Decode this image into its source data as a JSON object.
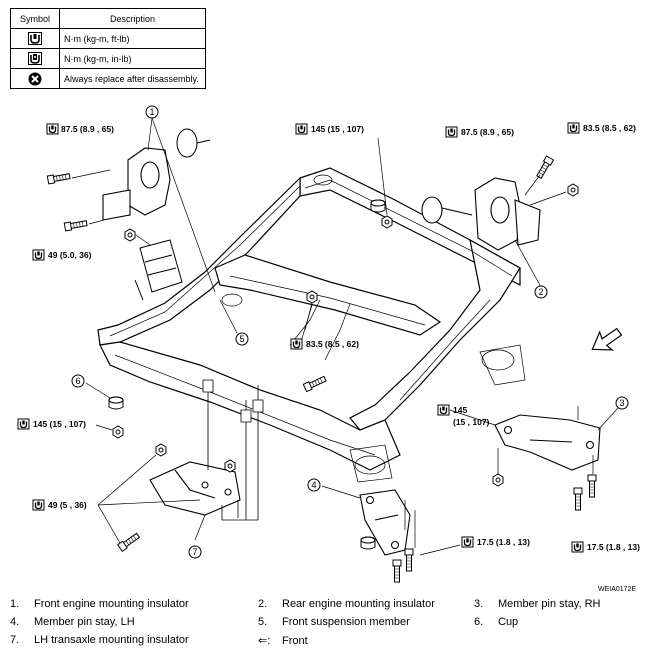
{
  "symbol_table": {
    "header_symbol": "Symbol",
    "header_description": "Description",
    "rows": [
      {
        "icon": "torque-nm-ftlb-icon",
        "description": "N·m (kg-m, ft-lb)"
      },
      {
        "icon": "torque-nm-inlb-icon",
        "description": "N·m (kg-m, in-lb)"
      },
      {
        "icon": "always-replace-icon",
        "description": "Always replace after disassembly."
      }
    ]
  },
  "torque_labels": {
    "t1": "87.5 (8.9 , 65)",
    "t2": "49 (5.0, 36)",
    "t3": "145 (15 , 107)",
    "t4": "87.5 (8.9 , 65)",
    "t5": "83.5 (8.5 , 62)",
    "t6": "83.5 (8.5 , 62)",
    "t7": "145 (15 , 107)",
    "t8_line1": "145",
    "t8_line2": "(15 , 107)",
    "t9": "49 (5 , 36)",
    "t10": "17.5 (1.8 , 13)",
    "t11": "17.5 (1.8 , 13)"
  },
  "callouts": {
    "c1": "1",
    "c2": "2",
    "c3": "3",
    "c4": "4",
    "c5": "5",
    "c6": "6",
    "c7": "7"
  },
  "figure_id": "WEIA0172E",
  "legend": [
    {
      "num": "1.",
      "text": "Front engine mounting insulator"
    },
    {
      "num": "2.",
      "text": "Rear engine mounting insulator"
    },
    {
      "num": "3.",
      "text": "Member pin stay, RH"
    },
    {
      "num": "4.",
      "text": "Member pin stay, LH"
    },
    {
      "num": "5.",
      "text": "Front suspension member"
    },
    {
      "num": "6.",
      "text": "Cup"
    },
    {
      "num": "7.",
      "text": "LH transaxle mounting insulator"
    },
    {
      "num": "⇐:",
      "text": "Front"
    }
  ],
  "colors": {
    "line": "#000000",
    "background": "#ffffff"
  }
}
